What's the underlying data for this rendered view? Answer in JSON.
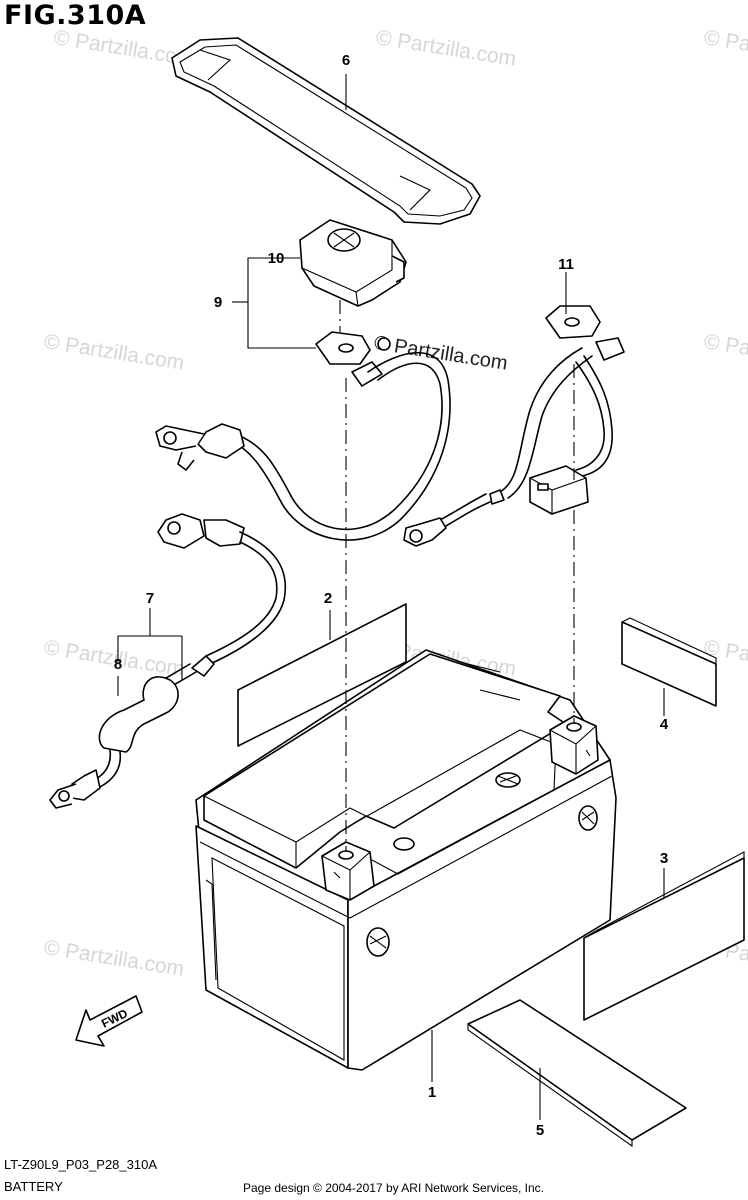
{
  "figure": {
    "title": "FIG.310A",
    "code": "LT-Z90L9_P03_P28_310A",
    "section": "BATTERY",
    "credit": "Page design © 2004-2017 by ARI Network Services, Inc."
  },
  "watermark": {
    "text": "© Partzilla.com",
    "center_text": "© Partzilla.com"
  },
  "direction_label": "FWD",
  "callouts": {
    "c1": "1",
    "c2": "2",
    "c3": "3",
    "c4": "4",
    "c5": "5",
    "c6": "6",
    "c7": "7",
    "c8": "8",
    "c9": "9",
    "c10": "10",
    "c11": "11"
  }
}
